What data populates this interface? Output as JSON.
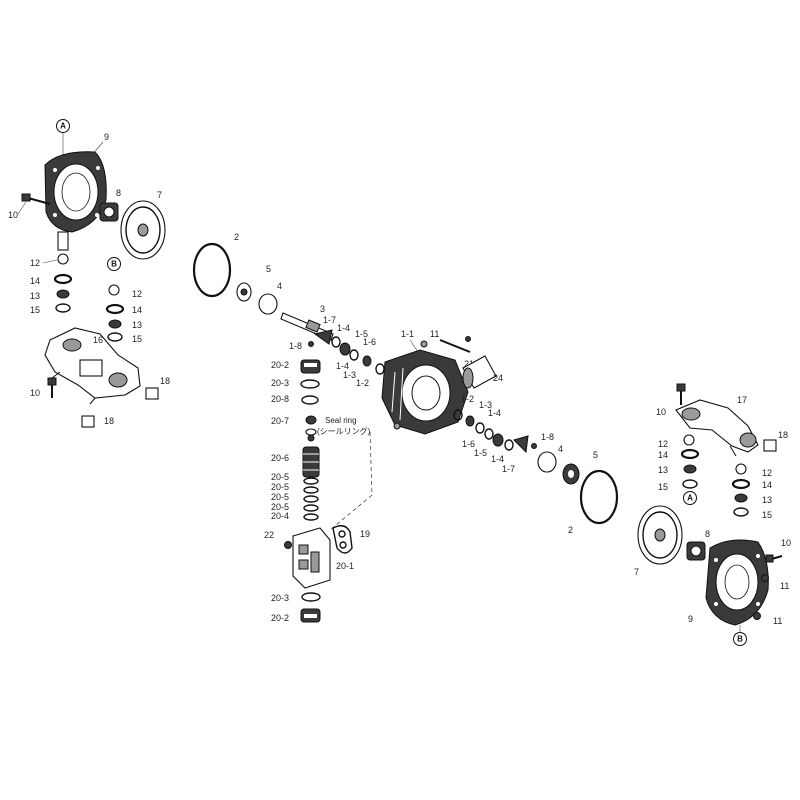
{
  "callouts": {
    "A": "A",
    "B": "B"
  },
  "labels": {
    "p1_1": "1-1",
    "p1_2": "1-2",
    "p1_3": "1-3",
    "p1_4": "1-4",
    "p1_5": "1-5",
    "p1_6": "1-6",
    "p1_7": "1-7",
    "p1_8": "1-8",
    "p2": "2",
    "p3": "3",
    "p4": "4",
    "p5": "5",
    "p7": "7",
    "p8": "8",
    "p9": "9",
    "p10": "10",
    "p11": "11",
    "p12": "12",
    "p13": "13",
    "p14": "14",
    "p15": "15",
    "p16": "16",
    "p17": "17",
    "p18": "18",
    "p19": "19",
    "p20_1": "20-1",
    "p20_2": "20-2",
    "p20_3": "20-3",
    "p20_4": "20-4",
    "p20_5": "20-5",
    "p20_6": "20-6",
    "p20_7": "20-7",
    "p20_8": "20-8",
    "p21": "21",
    "p22": "22",
    "p24": "24"
  },
  "seal_ring": {
    "line1": "Seal ring",
    "line2": "(シールリング)"
  }
}
